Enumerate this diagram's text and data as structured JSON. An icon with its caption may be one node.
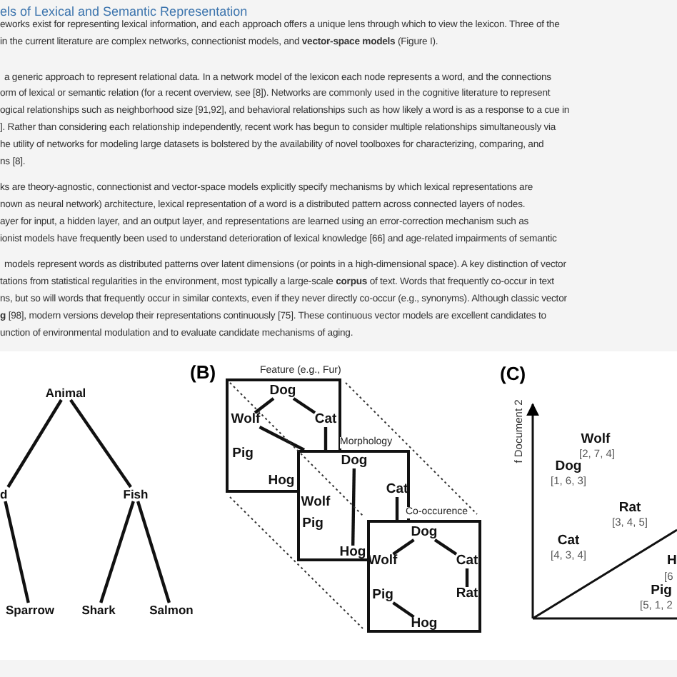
{
  "diagram": {
    "nodes": [
      {
        "text": [
          "Animal"
        ]
      },
      {
        "text": [
          "d"
        ]
      },
      {
        "text": [
          "Fish"
        ]
      },
      {
        "text": [
          "Sparrow"
        ]
      },
      {
        "text": [
          "Shark"
        ]
      },
      {
        "text": [
          "Salmon"
        ]
      },
      {
        "text": [
          "Feature (e.g., Fur)"
        ]
      },
      {
        "text": [
          "Dog"
        ],
        "in": 6
      },
      {
        "text": [
          "Wolf"
        ],
        "in": 6
      },
      {
        "text": [
          "Cat"
        ],
        "in": 6
      },
      {
        "text": [
          "Pig"
        ],
        "in": 6
      },
      {
        "text": [
          "Hog"
        ],
        "in": 6
      },
      {
        "text": [
          "Morphology"
        ]
      },
      {
        "text": [
          "Dog"
        ],
        "in": 12
      },
      {
        "text": [
          "Wolf"
        ],
        "in": 12
      },
      {
        "text": [
          "Cat"
        ],
        "in": 12
      },
      {
        "text": [
          "Pig"
        ],
        "in": 12
      },
      {
        "text": [
          "Hog"
        ],
        "in": 12
      },
      {
        "text": [
          "Co-occurence"
        ]
      },
      {
        "text": [
          "Dog"
        ],
        "in": 18
      },
      {
        "text": [
          "Wolf"
        ],
        "in": 18
      },
      {
        "text": [
          "Cat"
        ],
        "in": 18
      },
      {
        "text": [
          "Rat"
        ],
        "in": 18
      },
      {
        "text": [
          "Pig"
        ],
        "in": 18
      },
      {
        "text": [
          "Hog"
        ],
        "in": 18
      }
    ],
    "edges": [
      {
        "from": 0,
        "to": 1,
        "arrow": "none"
      },
      {
        "from": 0,
        "to": 2,
        "arrow": "none"
      },
      {
        "from": 1,
        "to": 3,
        "arrow": "none"
      },
      {
        "from": 2,
        "to": 4,
        "arrow": "none"
      },
      {
        "from": 2,
        "to": 5,
        "arrow": "none"
      },
      {
        "from": 7,
        "to": 8,
        "arrow": "none"
      },
      {
        "from": 7,
        "to": 9,
        "arrow": "none"
      },
      {
        "from": 8,
        "to": 12,
        "arrow": "none"
      },
      {
        "from": 9,
        "to": 12,
        "arrow": "none"
      },
      {
        "from": 13,
        "to": 17,
        "arrow": "none"
      },
      {
        "from": 15,
        "to": 18,
        "arrow": "none"
      },
      {
        "from": 19,
        "to": 20,
        "arrow": "none"
      },
      {
        "from": 19,
        "to": 21,
        "arrow": "none"
      },
      {
        "from": 21,
        "to": 22,
        "arrow": "none"
      },
      {
        "from": 23,
        "to": 24,
        "arrow": "none"
      }
    ],
    "labels": [
      "els of Lexical and Semantic Representation",
      "eworks exist for representing lexical information, and each approach offers a unique lens through which to view the lexicon. Three of the",
      "in the current literature are complex networks, connectionist models, and **vector-space models** (Figure I).",
      "a generic approach to represent relational data. In a network model of the lexicon each node represents a word, and the connections",
      "orm of lexical or semantic relation (for a recent overview, see [8]). Networks are commonly used in the cognitive literature to represent",
      "ogical relationships such as neighborhood size [91,92], and behavioral relationships such as how likely a word is as a response to a cue in",
      "]. Rather than considering each relationship independently, recent work has begun to consider multiple relationships simultaneously via",
      "he utility of networks for modeling large datasets is bolstered by the availability of novel toolboxes for characterizing, comparing, and",
      "ns [8].",
      "ks are theory-agnostic, connectionist and vector-space models explicitly specify mechanisms by which lexical representations are",
      "nown as neural network) architecture, lexical representation of a word is a distributed pattern across connected layers of nodes.",
      "ayer for input, a hidden layer, and an output layer, and representations are learned using an error-correction mechanism such as",
      "ionist models have frequently been used to understand deterioration of lexical knowledge [66] and age-related impairments of semantic",
      "models represent words as distributed patterns over latent dimensions (or points in a high-dimensional space). A key distinction of vector",
      "tations from statistical regularities in the environment, most typically a large-scale **corpus** of text. Words that frequently co-occur in text",
      "ns, but so will words that frequently occur in similar contexts, even if they never directly co-occur (e.g., synonyms). Although classic vector",
      "**g** [98], modern versions develop their representations continuously [75]. These continuous vector models are excellent candidates to",
      "unction of environmental modulation and to evaluate candidate mechanisms of aging.",
      "(B)",
      "(C)",
      "f Document 2",
      "Wolf",
      "[2, 7, 4]",
      "Dog",
      "[1, 6, 3]",
      "Rat",
      "[3, 4, 5]",
      "Cat",
      "[4, 3, 4]",
      "H",
      "[6",
      "Pig",
      "[5, 1, 2"
    ]
  }
}
